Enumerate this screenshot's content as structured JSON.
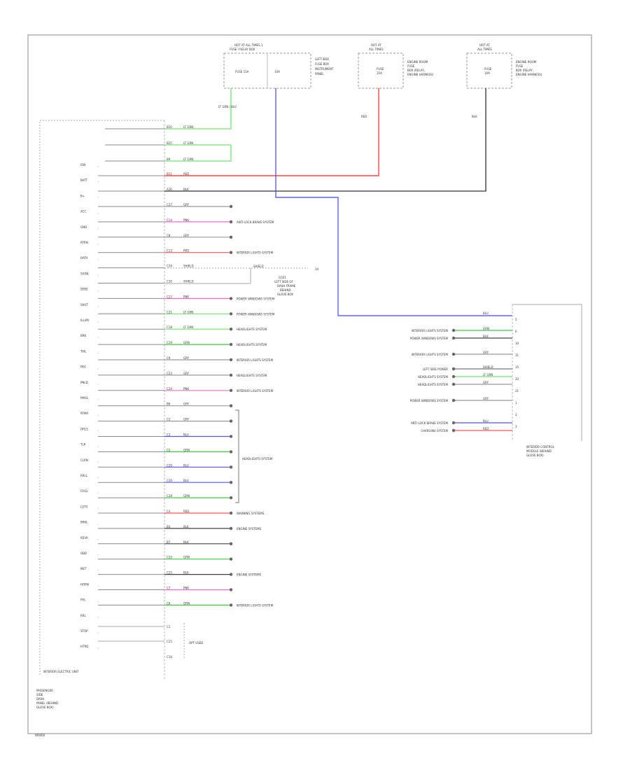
{
  "legend_code": "W0000",
  "top_fuses": [
    {
      "id": "fuse-box-1",
      "header": [
        "HOT AT ALL TIMES 1",
        "FUSE / RELAY BOX"
      ],
      "inner": [
        "FUSE 15A",
        "10A"
      ],
      "label": [
        "LEFT SIDE",
        "FUSE BOX",
        "INSTRUMENT",
        "PANEL"
      ],
      "wire": "LT GRN / BLU"
    },
    {
      "id": "fuse-box-2",
      "header": [
        "HOT AT",
        "ALL TIMES"
      ],
      "inner": [
        "FUSE",
        "15A"
      ],
      "label": [
        "ENGINE ROOM",
        "FUSE",
        "BOX (RELAY,",
        "ENGINE HARNESS)"
      ],
      "wire": "RED"
    },
    {
      "id": "fuse-box-3",
      "header": [
        "HOT AT",
        "ALL TIMES"
      ],
      "inner": [
        "FUSE",
        "10A"
      ],
      "label": [
        "ENGINE ROOM",
        "FUSE",
        "BOX (RELAY,",
        "ENGINE HARNESS)"
      ],
      "wire": "BLK"
    }
  ],
  "left_module": {
    "name": "INTERIOR ELECTRIC UNIT",
    "footer": [
      "PASSENGER",
      "SIDE",
      "DASH",
      "PANEL (BEHIND",
      "GLOVE BOX)"
    ],
    "pin_labels": [
      "IGN",
      "BATT",
      "B+",
      "ACC",
      "GND",
      "RTRN",
      "DATA",
      "SIGNL",
      "SENS",
      "SHUT",
      "ILLUM",
      "BRK",
      "TAIL",
      "PKG",
      "PNLD",
      "PWSL",
      "RTMR",
      "DRLS",
      "TLR",
      "CLRN",
      "RRLL",
      "FOGL",
      "LGTS",
      "BRKL",
      "REVR",
      "OBD",
      "MET",
      "HORN",
      "FRL",
      "RRL",
      "STOP",
      "HTRD"
    ],
    "rows": [
      {
        "pin": "B10",
        "color": "LT GRN",
        "dest": ""
      },
      {
        "pin": "B25",
        "color": "LT GRN",
        "dest": ""
      },
      {
        "pin": "B9",
        "color": "LT GRN",
        "dest": ""
      },
      {
        "pin": "B11",
        "color": "RED",
        "dest": ""
      },
      {
        "pin": "A16",
        "color": "BLK",
        "dest": ""
      },
      {
        "pin": "C27",
        "color": "GRY",
        "dest": ""
      },
      {
        "pin": "C14",
        "color": "PNK",
        "dest": "ANTI-LOCK BRAKE SYSTEM"
      },
      {
        "pin": "C8",
        "color": "GRY",
        "dest": ""
      },
      {
        "pin": "C13",
        "color": "RED",
        "dest": "INTERIOR LIGHTS SYSTEM"
      },
      {
        "pin": "C29",
        "color": "SHIELD",
        "dest": ""
      },
      {
        "pin": "C30",
        "color": "SHIELD",
        "dest": ""
      },
      {
        "pin": "C17",
        "color": "PNK",
        "dest": "POWER WINDOWS SYSTEM"
      },
      {
        "pin": "C21",
        "color": "LT GRN",
        "dest": "POWER WINDOWS SYSTEM"
      },
      {
        "pin": "C18",
        "color": "LT GRN",
        "dest": "HEADLIGHTS SYSTEM"
      },
      {
        "pin": "C19",
        "color": "GRN",
        "dest": "HEADLIGHTS SYSTEM"
      },
      {
        "pin": "C9",
        "color": "GRY",
        "dest": "INTERIOR LIGHTS SYSTEM"
      },
      {
        "pin": "C23",
        "color": "GRY",
        "dest": "HEADLIGHTS SYSTEM"
      },
      {
        "pin": "C24",
        "color": "PNK",
        "dest": "INTERIOR LIGHTS SYSTEM"
      },
      {
        "pin": "B6",
        "color": "GRY",
        "dest": ""
      },
      {
        "pin": "C2",
        "color": "GRY",
        "dest": ""
      },
      {
        "pin": "C3",
        "color": "BLU",
        "dest": ""
      },
      {
        "pin": "C5",
        "color": "GRN",
        "dest": ""
      },
      {
        "pin": "C20",
        "color": "BLU",
        "dest": ""
      },
      {
        "pin": "C26",
        "color": "BLU",
        "dest": ""
      },
      {
        "pin": "C28",
        "color": "GRN",
        "dest": ""
      },
      {
        "pin": "C4",
        "color": "RED",
        "dest": "WARNING SYSTEMS"
      },
      {
        "pin": "B3",
        "color": "BLK",
        "dest": "ENGINE SYSTEMS"
      },
      {
        "pin": "B7",
        "color": "BLK",
        "dest": ""
      },
      {
        "pin": "C22",
        "color": "GRN",
        "dest": ""
      },
      {
        "pin": "C25",
        "color": "BLK",
        "dest": "ENGINE SYSTEMS"
      },
      {
        "pin": "C7",
        "color": "PNK",
        "dest": ""
      },
      {
        "pin": "C6",
        "color": "GRN",
        "dest": "INTERIOR LIGHTS SYSTEM"
      }
    ],
    "brace_label": "HEADLIGHTS SYSTEM",
    "shield_text": "SHIELD",
    "shield_inline": "SHIELD",
    "connector_label": [
      "G501",
      "LEFT SIDE OF",
      "DASH FRAME",
      "BEHIND",
      "GLOVE BOX"
    ],
    "connector_pin": "34",
    "opt_pins": [
      "C1",
      "C15",
      "C16"
    ],
    "opt_label": "OPT USED"
  },
  "right_module": {
    "name": [
      "INTERIOR CONTROL",
      "MODULE (BEHIND",
      "GLOVE BOX)"
    ],
    "top_wire": "BLU",
    "rows": [
      {
        "wire": "GRN",
        "dest": "INTERIOR LIGHTS SYSTEM"
      },
      {
        "wire": "BLK",
        "dest": "POWER WINDOWS SYSTEM"
      },
      {
        "wire": "GRY",
        "dest": "INTERIOR LIGHTS SYSTEM"
      },
      {
        "wire": "SHIELD",
        "dest": "LEFT SIDE POWER"
      },
      {
        "wire": "LT GRN",
        "dest": "HEADLIGHTS SYSTEM"
      },
      {
        "wire": "GRY",
        "dest": "HEADLIGHTS SYSTEM"
      },
      {
        "wire": "GRY",
        "dest": "POWER WINDOWS SYSTEM"
      },
      {
        "wire": "BLU",
        "dest": "ANTI-LOCK BRAKE SYSTEM"
      },
      {
        "wire": "RED",
        "dest": "CHARGING SYSTEM"
      }
    ],
    "pins": [
      "5",
      "6",
      "10",
      "11",
      "15",
      "20",
      "21",
      "1",
      "2",
      "3"
    ]
  },
  "wire_colors": {
    "LT GRN": "#6ee66e",
    "GRN": "#3fcc3f",
    "RED": "#ff5555",
    "PNK": "#ff66cc",
    "BLU": "#5555ff",
    "BLK": "#444444",
    "GRY": "#999999",
    "SHIELD": "#777777",
    "red_main": "#ff4444",
    "blue_main": "#4444ff",
    "gray_main": "#555555",
    "green_main": "#33dd33"
  }
}
